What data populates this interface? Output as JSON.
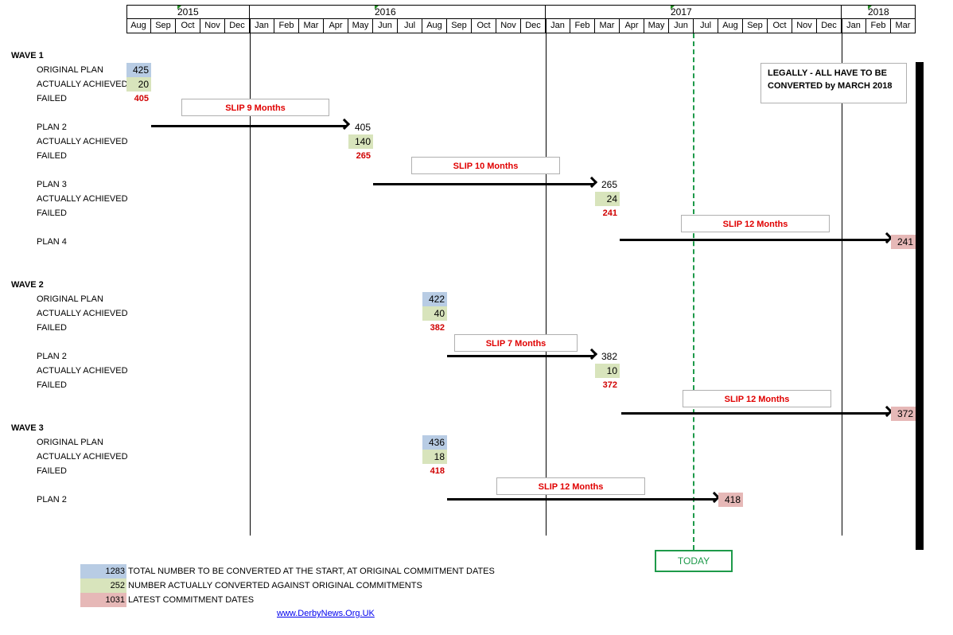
{
  "timeline": {
    "years": [
      "2015",
      "2016",
      "2017",
      "2018"
    ],
    "months": [
      "Aug",
      "Sep",
      "Oct",
      "Nov",
      "Dec",
      "Jan",
      "Feb",
      "Mar",
      "Apr",
      "May",
      "Jun",
      "Jul",
      "Aug",
      "Sep",
      "Oct",
      "Nov",
      "Dec",
      "Jan",
      "Feb",
      "Mar",
      "Apr",
      "May",
      "Jun",
      "Jul",
      "Aug",
      "Sep",
      "Oct",
      "Nov",
      "Dec",
      "Jan",
      "Feb",
      "Mar"
    ]
  },
  "labels": {
    "wave1": "WAVE 1",
    "wave2": "WAVE 2",
    "wave3": "WAVE 3",
    "original_plan": "ORIGINAL PLAN",
    "actually_achieved": "ACTUALLY ACHIEVED",
    "failed": "FAILED",
    "plan2": "PLAN 2",
    "plan3": "PLAN 3",
    "plan4": "PLAN 4"
  },
  "wave1": {
    "original": "425",
    "achieved": "20",
    "failed": "405",
    "plan2_target": "405",
    "plan2_achieved": "140",
    "plan2_failed": "265",
    "plan3_target": "265",
    "plan3_achieved": "24",
    "plan3_failed": "241",
    "plan4_target": "241"
  },
  "wave2": {
    "original": "422",
    "achieved": "40",
    "failed": "382",
    "plan2_target": "382",
    "plan2_achieved": "10",
    "plan2_failed": "372",
    "plan3_target": "372"
  },
  "wave3": {
    "original": "436",
    "achieved": "18",
    "failed": "418",
    "plan2_target": "418"
  },
  "slips": {
    "s1": "SLIP   9 Months",
    "s2": "SLIP   10 Months",
    "s3": "SLIP   12 Months",
    "s4": "SLIP   7 Months",
    "s5": "SLIP   12 Months",
    "s6": "SLIP   12 Months"
  },
  "legal_note": {
    "line1": "LEGALLY - ALL HAVE TO BE",
    "line2": "CONVERTED by MARCH  2018"
  },
  "today_label": "TODAY",
  "legend": {
    "total_value": "1283",
    "total_text": "TOTAL NUMBER TO BE CONVERTED AT THE START, AT ORIGINAL COMMITMENT DATES",
    "achieved_value": "252",
    "achieved_text": "NUMBER ACTUALLY CONVERTED AGAINST ORIGINAL COMMITMENTS",
    "latest_value": "1031",
    "latest_text": "LATEST COMMITMENT DATES",
    "colors": {
      "total": "#b8cce4",
      "achieved": "#d8e4bc",
      "latest": "#e6b8b7"
    }
  },
  "footer_link": "www.DerbyNews.Org.UK",
  "colors": {
    "failed_text": "#d00000",
    "today": "#1e9a4a"
  }
}
